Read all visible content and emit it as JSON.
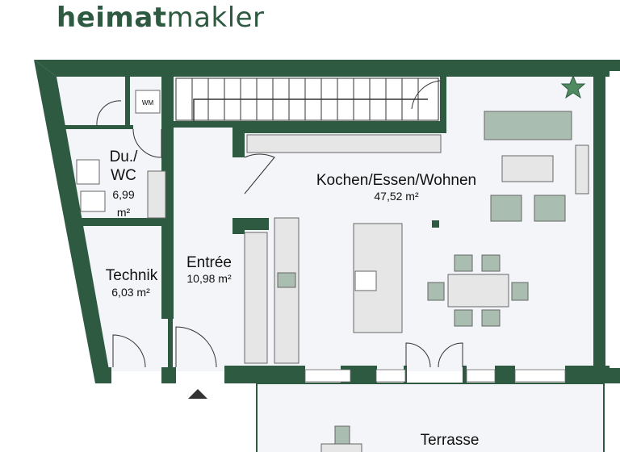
{
  "logo": {
    "bold": "heimat",
    "regular": "makler"
  },
  "colors": {
    "wall": "#2d5a41",
    "floor": "#f4f5f9",
    "furniture": "#a9beb0"
  },
  "rooms": [
    {
      "name": "Du./",
      "name2": "WC",
      "area": "6,99",
      "unit": "m²"
    },
    {
      "name": "Technik",
      "area": "6,03 m²"
    },
    {
      "name": "Entrée",
      "area": "10,98 m²"
    },
    {
      "name": "Kochen/Essen/Wohnen",
      "area": "47,52 m²"
    },
    {
      "name": "Terrasse"
    }
  ],
  "fixtures": {
    "washer": "WM"
  },
  "entrance_icon": "arrow-up-icon",
  "plant_icon": "plant-icon"
}
